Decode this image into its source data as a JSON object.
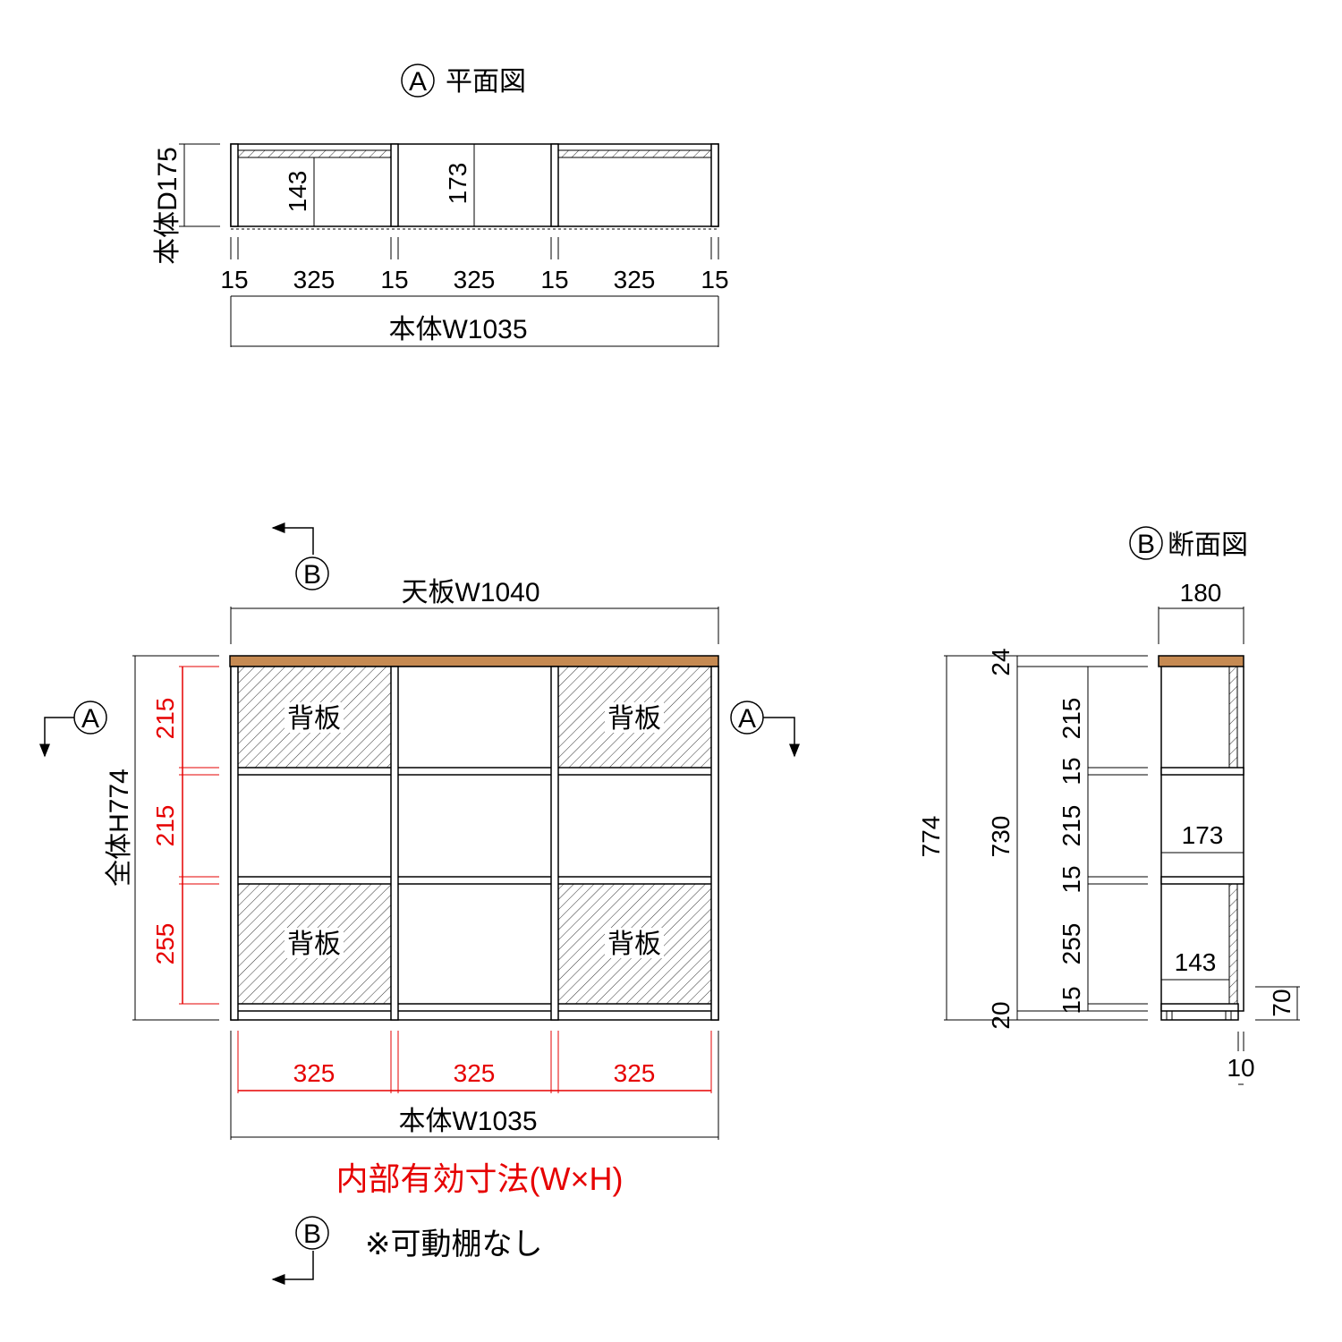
{
  "plan": {
    "marker": "A",
    "title": "平面図",
    "depth_label": "本体D175",
    "inner_depth_back": "143",
    "inner_depth_open": "173",
    "widths": [
      "15",
      "325",
      "15",
      "325",
      "15",
      "325",
      "15"
    ],
    "width_label": "本体W1035"
  },
  "front": {
    "top_label": "天板W1040",
    "back_panel": "背板",
    "height_label": "全体H774",
    "inner_heights": [
      "215",
      "215",
      "255"
    ],
    "inner_widths": [
      "325",
      "325",
      "325"
    ],
    "width_label": "本体W1035",
    "caption": "内部有効寸法(W×H)",
    "note": "※可動棚なし",
    "section_marker": "B",
    "plan_marker": "A"
  },
  "section": {
    "marker": "B",
    "title": "断面図",
    "depth": "180",
    "total": "774",
    "body": "730",
    "top": "24",
    "bottom": "20",
    "parts": [
      "215",
      "15",
      "215",
      "15",
      "255",
      "15"
    ],
    "depth_open": "173",
    "depth_back": "143",
    "plinth": "70",
    "setback": "10"
  },
  "colors": {
    "top_board": "#c68a52",
    "inner_dims": "#e60000"
  }
}
